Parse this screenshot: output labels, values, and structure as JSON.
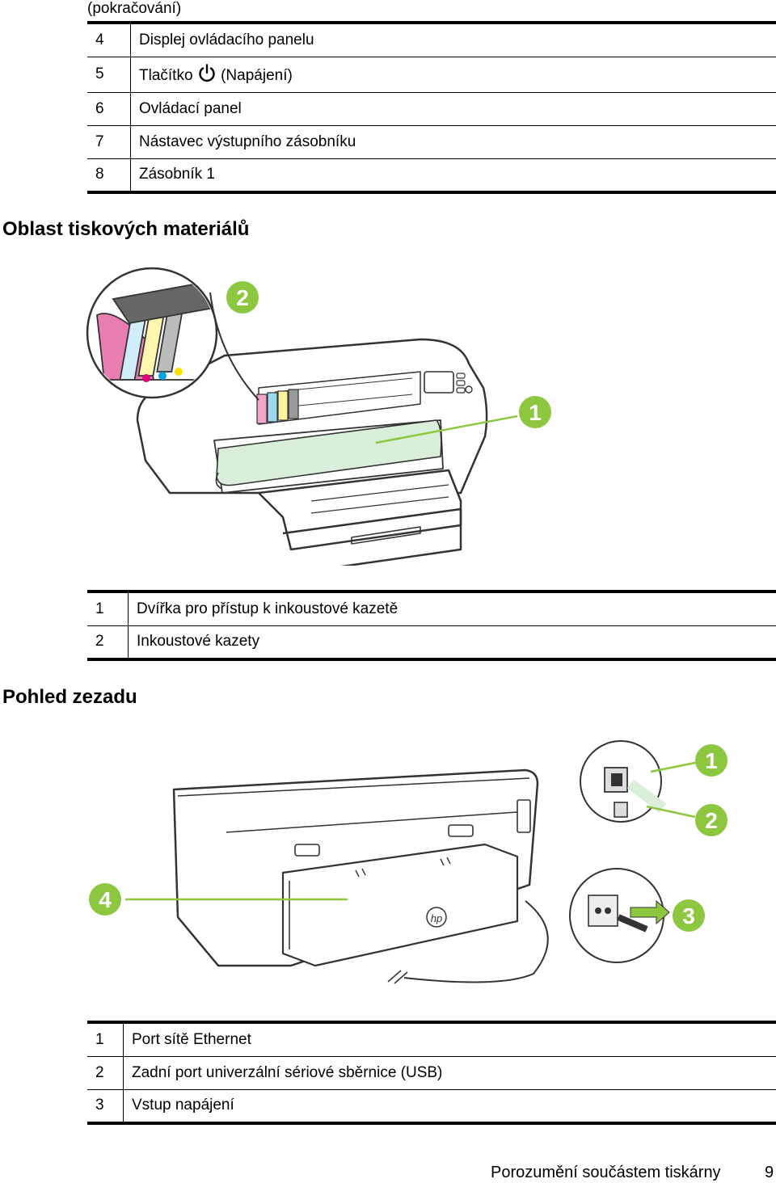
{
  "continuation": "(pokračování)",
  "table_top": [
    {
      "num": "4",
      "text": "Displej ovládacího panelu"
    },
    {
      "num": "5",
      "text_before": "Tlačítko",
      "text_after": "(Napájení)"
    },
    {
      "num": "6",
      "text": "Ovládací panel"
    },
    {
      "num": "7",
      "text": "Nástavec výstupního zásobníku"
    },
    {
      "num": "8",
      "text": "Zásobník 1"
    }
  ],
  "section_supplies": {
    "title": "Oblast tiskových materiálů",
    "callouts": [
      "1",
      "2"
    ],
    "table": [
      {
        "num": "1",
        "text": "Dvířka pro přístup k inkoustové kazetě"
      },
      {
        "num": "2",
        "text": "Inkoustové kazety"
      }
    ]
  },
  "section_rear": {
    "title": "Pohled zezadu",
    "callouts": [
      "1",
      "2",
      "3",
      "4"
    ],
    "logo": "hp",
    "table": [
      {
        "num": "1",
        "text": "Port sítě Ethernet"
      },
      {
        "num": "2",
        "text": "Zadní port univerzální sériové sběrnice (USB)"
      },
      {
        "num": "3",
        "text": "Vstup napájení"
      }
    ]
  },
  "footer": {
    "text": "Porozumění součástem tiskárny",
    "page": "9"
  },
  "colors": {
    "callout": "#8dc63f",
    "paper": "#d9efd9",
    "magenta": "#e0007a",
    "cyan": "#00a0e0",
    "yellow": "#ffe000",
    "black": "#222222"
  },
  "icons": [
    "power-icon",
    "hp-logo-icon"
  ]
}
